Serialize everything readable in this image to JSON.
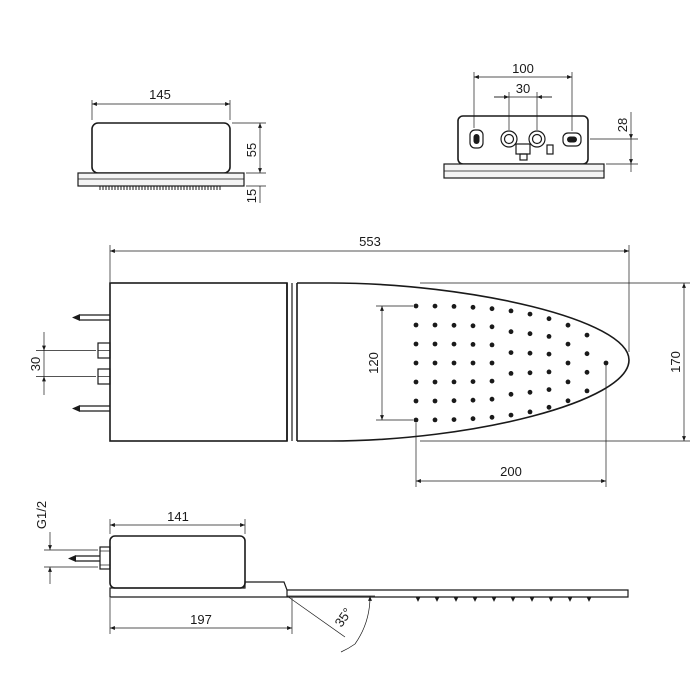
{
  "dimensions": {
    "top_left_width": "145",
    "top_left_height": "55",
    "top_left_plate": "15",
    "top_right_outer": "100",
    "top_right_inner": "30",
    "top_right_height": "28",
    "total_length": "553",
    "total_width": "170",
    "inlet_spacing": "30",
    "spray_height": "120",
    "spray_length": "200",
    "thread": "G1/2",
    "side_box_width": "141",
    "side_offset": "197",
    "angle": "35°"
  }
}
